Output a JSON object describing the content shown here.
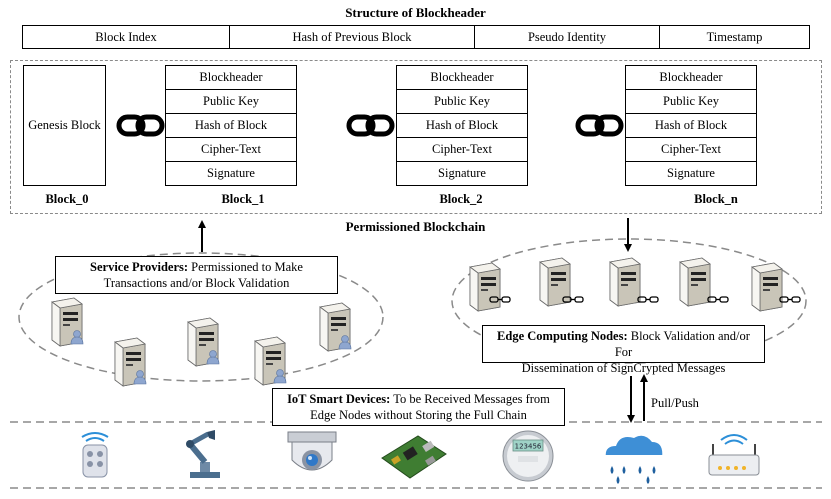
{
  "header": {
    "title": "Structure of Blockheader",
    "fields": [
      "Block Index",
      "Hash of Previous Block",
      "Pseudo Identity",
      "Timestamp"
    ]
  },
  "blockchain": {
    "genesis": {
      "text": "Genesis Block",
      "label": "Block_0"
    },
    "block_fields": [
      "Blockheader",
      "Public Key",
      "Hash of Block",
      "Cipher-Text",
      "Signature"
    ],
    "blocks": [
      {
        "label": "Block_1"
      },
      {
        "label": "Block_2"
      },
      {
        "label": "Block_n"
      }
    ],
    "label": "Permissioned Blockchain"
  },
  "service_providers": {
    "title": "Service Providers:",
    "text_line1": " Permissioned to Make",
    "text_line2": "Transactions and/or Block Validation"
  },
  "edge_nodes": {
    "title": "Edge Computing Nodes:",
    "text_line1": " Block Validation and/or For",
    "text_line2": "Dissemination of SignCrypted Messages"
  },
  "iot_devices": {
    "title": "IoT Smart Devices:",
    "text_line1": " To be Received Messages from",
    "text_line2": "Edge Nodes without Storing the Full Chain"
  },
  "pull_push": "Pull/Push",
  "meter_display": "123456",
  "icons": [
    "server-icon",
    "chain-link-icon",
    "wifi-remote-icon",
    "robot-arm-icon",
    "security-camera-icon",
    "circuit-board-icon",
    "smart-meter-icon",
    "cloud-rain-icon",
    "wifi-router-icon"
  ]
}
